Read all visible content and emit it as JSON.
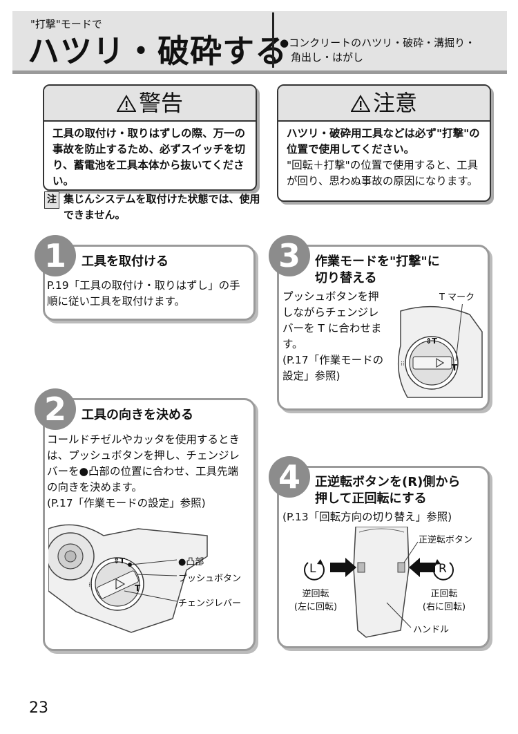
{
  "header": {
    "mode_label": "\"打撃\"モードで",
    "title": "ハツリ・破砕する",
    "subtitle_line1": "●コンクリートのハツリ・破砕・溝掘り・",
    "subtitle_line2": "角出し・はがし"
  },
  "warning": {
    "title": "警告",
    "body": "工具の取付け・取りはずしの際、万一の事故を防止するため、必ずスイッチを切り、蓄電池を工具本体から抜いてください。"
  },
  "caution": {
    "title": "注意",
    "body_bold": "ハツリ・破砕用工具などは必ず\"打撃\"の位置で使用してください。",
    "body": "\"回転＋打撃\"の位置で使用すると、工具が回り、思わぬ事故の原因になります。"
  },
  "note": {
    "badge": "注",
    "text": "集じんシステムを取付けた状態では、使用できません。"
  },
  "steps": [
    {
      "num": "1",
      "title": "工具を取付ける",
      "text": "P.19「工具の取付け・取りはずし」の手順に従い工具を取付けます。"
    },
    {
      "num": "2",
      "title": "工具の向きを決める",
      "text": "コールドチゼルやカッタを使用するときは、プッシュボタンを押し、チェンジレバーを●凸部の位置に合わせ、工具先端の向きを決めます。",
      "ref": "(P.17「作業モードの設定」参照)"
    },
    {
      "num": "3",
      "title_line1": "作業モードを\"打撃\"に",
      "title_line2": "切り替える",
      "text": "プッシュボタンを押しながらチェンジレバーを T に合わせます。",
      "ref": "(P.17「作業モードの設定」参照)"
    },
    {
      "num": "4",
      "title_line1": "正逆転ボタンを(R)側から",
      "title_line2": "押して正回転にする",
      "ref": "(P.13「回転方向の切り替え」参照)"
    }
  ],
  "labels": {
    "t_mark": "T マーク",
    "convex": "●凸部",
    "push_button": "プッシュボタン",
    "change_lever": "チェンジレバー",
    "fwd_rev_button": "正逆転ボタン",
    "reverse": "逆回転",
    "reverse_sub": "(左に回転)",
    "forward": "正回転",
    "forward_sub": "(右に回転)",
    "handle": "ハンドル",
    "L": "L",
    "R": "R"
  },
  "page_number": "23"
}
